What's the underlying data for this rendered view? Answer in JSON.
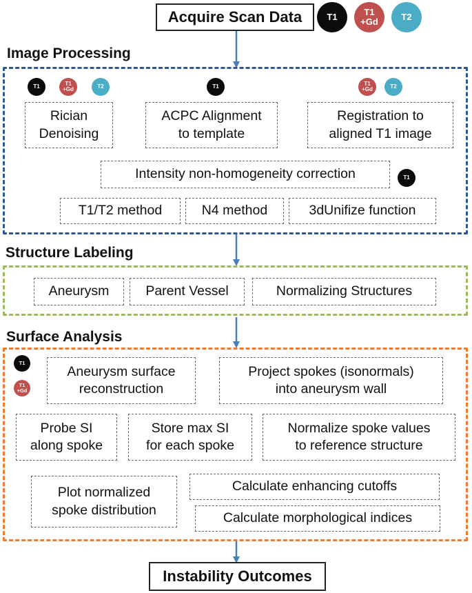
{
  "acquire": {
    "title": "Acquire Scan Data",
    "badges": [
      "T1",
      "T1\n+Gd",
      "T2"
    ]
  },
  "image_processing": {
    "title": "Image Processing",
    "badges_left": [
      "T1",
      "T1\n+Gd",
      "T2"
    ],
    "badge_mid": "T1",
    "badges_right": [
      "T1\n+Gd",
      "T2"
    ],
    "rician": "Rician\nDenoising",
    "acpc": "ACPC Alignment\nto template",
    "registration": "Registration to\naligned T1 image",
    "intensity": "Intensity non-homogeneity correction",
    "intensity_badge": "T1",
    "methods": [
      "T1/T2 method",
      "N4 method",
      "3dUnifize function"
    ]
  },
  "structure_labeling": {
    "title": "Structure Labeling",
    "items": [
      "Aneurysm",
      "Parent Vessel",
      "Normalizing Structures"
    ]
  },
  "surface_analysis": {
    "title": "Surface Analysis",
    "badges": [
      "T1",
      "T1\n+Gd"
    ],
    "reconstruction": "Aneurysm surface\nreconstruction",
    "project": "Project spokes (isonormals)\ninto aneurysm wall",
    "probe": "Probe SI\nalong spoke",
    "store": "Store max SI\nfor each spoke",
    "normalize": "Normalize spoke values\nto reference structure",
    "plot": "Plot normalized\nspoke distribution",
    "cutoffs": "Calculate enhancing cutoffs",
    "indices": "Calculate morphological indices"
  },
  "outcome": {
    "title": "Instability Outcomes"
  },
  "colors": {
    "image_processing": "#2f5597",
    "structure_labeling": "#9bbb59",
    "surface_analysis": "#ed7d31",
    "arrow": "#4a7ebb"
  }
}
